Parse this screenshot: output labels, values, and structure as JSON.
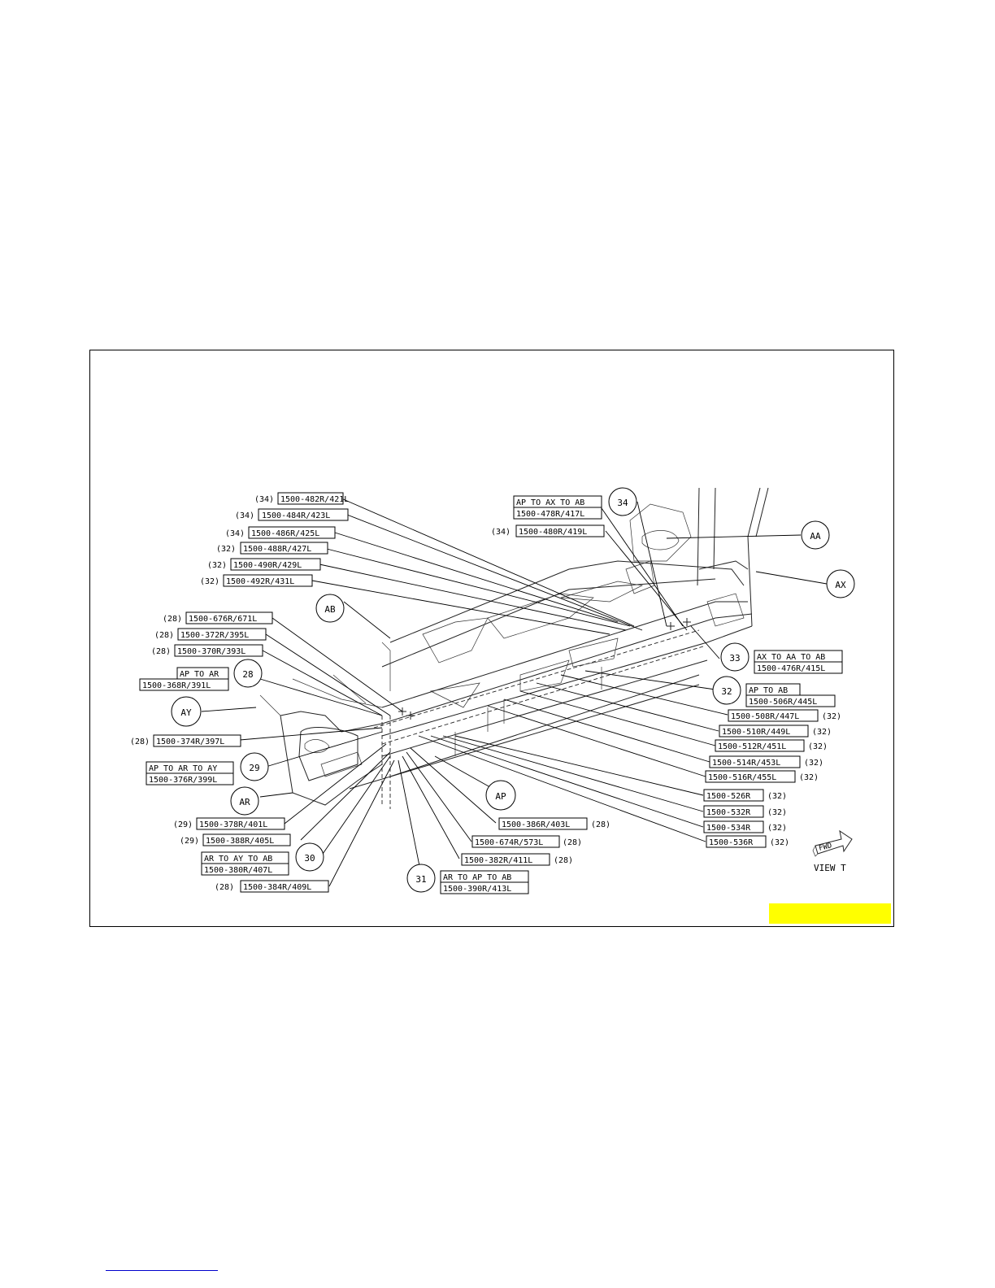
{
  "colors": {
    "highlight": "#ffff00",
    "ink": "#000000",
    "link": "#0000cc"
  },
  "view_label": "VIEW T",
  "fwd_label": "FWD",
  "callouts": [
    {
      "ref": "(34)",
      "lines": [
        "1500-482R/421L"
      ]
    },
    {
      "ref": "(34)",
      "lines": [
        "1500-484R/423L"
      ]
    },
    {
      "ref": "(34)",
      "lines": [
        "1500-486R/425L"
      ]
    },
    {
      "ref": "(32)",
      "lines": [
        "1500-488R/427L"
      ]
    },
    {
      "ref": "(32)",
      "lines": [
        "1500-490R/429L"
      ]
    },
    {
      "ref": "(32)",
      "lines": [
        "1500-492R/431L"
      ]
    },
    {
      "ref": "(28)",
      "lines": [
        "1500-676R/671L"
      ]
    },
    {
      "ref": "(28)",
      "lines": [
        "1500-372R/395L"
      ]
    },
    {
      "ref": "(28)",
      "lines": [
        "1500-370R/393L"
      ]
    },
    {
      "ref": "",
      "lines": [
        "AP TO AR",
        "1500-368R/391L"
      ]
    },
    {
      "ref": "(28)",
      "lines": [
        "1500-374R/397L"
      ]
    },
    {
      "ref": "",
      "lines": [
        "AP TO AR TO AY",
        "1500-376R/399L"
      ]
    },
    {
      "ref": "(29)",
      "lines": [
        "1500-378R/401L"
      ]
    },
    {
      "ref": "(29)",
      "lines": [
        "1500-388R/405L"
      ]
    },
    {
      "ref": "",
      "lines": [
        "AR TO AY TO AB",
        "1500-380R/407L"
      ]
    },
    {
      "ref": "(28)",
      "lines": [
        "1500-384R/409L"
      ]
    },
    {
      "ref": "",
      "lines": [
        "AR TO AP TO AB",
        "1500-390R/413L"
      ]
    },
    {
      "ref": "(28)",
      "lines": [
        "1500-382R/411L"
      ]
    },
    {
      "ref": "(28)",
      "lines": [
        "1500-674R/573L"
      ]
    },
    {
      "ref": "(28)",
      "lines": [
        "1500-386R/403L"
      ]
    },
    {
      "ref": "",
      "lines": [
        "AP TO AX TO AB",
        "1500-478R/417L"
      ]
    },
    {
      "ref": "(34)",
      "lines": [
        "1500-480R/419L"
      ]
    },
    {
      "ref": "",
      "lines": [
        "AX TO AA TO AB",
        "1500-476R/415L"
      ]
    },
    {
      "ref": "",
      "lines": [
        "AP TO AB",
        "1500-506R/445L"
      ]
    },
    {
      "ref": "(32)",
      "lines": [
        "1500-508R/447L"
      ]
    },
    {
      "ref": "(32)",
      "lines": [
        "1500-510R/449L"
      ]
    },
    {
      "ref": "(32)",
      "lines": [
        "1500-512R/451L"
      ]
    },
    {
      "ref": "(32)",
      "lines": [
        "1500-514R/453L"
      ]
    },
    {
      "ref": "(32)",
      "lines": [
        "1500-516R/455L"
      ]
    },
    {
      "ref": "(32)",
      "lines": [
        "1500-526R"
      ]
    },
    {
      "ref": "(32)",
      "lines": [
        "1500-532R"
      ]
    },
    {
      "ref": "(32)",
      "lines": [
        "1500-534R"
      ]
    },
    {
      "ref": "(32)",
      "lines": [
        "1500-536R"
      ]
    }
  ],
  "balloons": [
    "28",
    "29",
    "30",
    "31",
    "32",
    "33",
    "34",
    "AA",
    "AX",
    "AB",
    "AY",
    "AR",
    "AP"
  ]
}
